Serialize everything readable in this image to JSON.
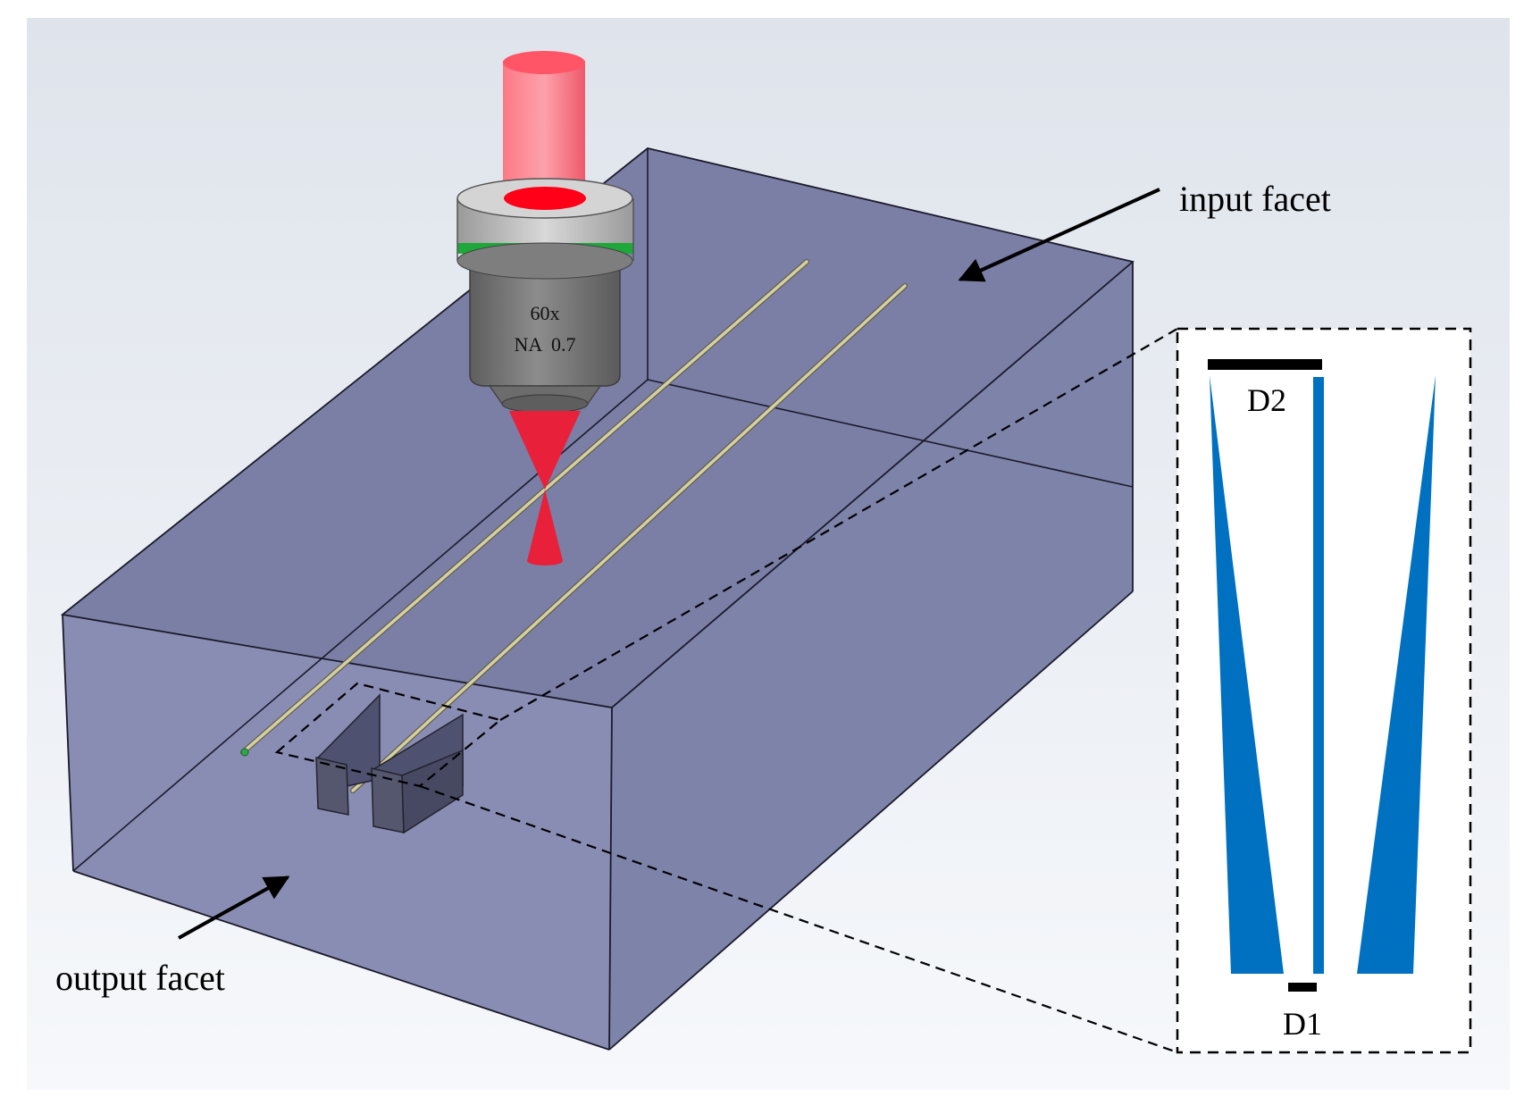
{
  "labels": {
    "input_facet": "input facet",
    "output_facet": "output facet",
    "objective_magnification": "60x",
    "objective_na": "NA  0.7",
    "d1": "D1",
    "d2": "D2"
  },
  "colors": {
    "background_top": "#dfe4ec",
    "background_bottom": "#f6f8fb",
    "block_top": "#7b7fa6",
    "block_front": "#8a8db3",
    "block_side": "#7e83a9",
    "block_edge": "#1a1a2a",
    "laser_beam": "#ff5a6a",
    "laser_spot": "#ff0018",
    "laser_focus": "#e8203a",
    "objective_body": "#7a7a7a",
    "objective_collar": "#c8c8c8",
    "objective_band": "#1ea83a",
    "waveguide": "#d6d0a0",
    "inset_structure": "#0070c0",
    "annotation": "#000000"
  }
}
